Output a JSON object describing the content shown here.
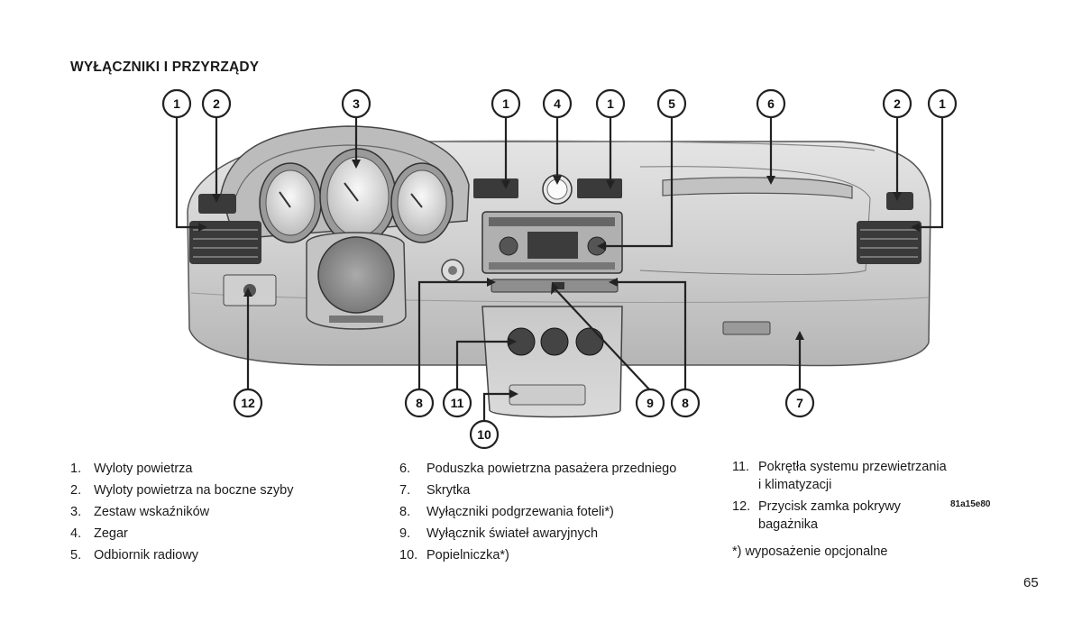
{
  "header": {
    "title": "WYŁĄCZNIKI I PRZYRZĄDY"
  },
  "figure": {
    "callout_labels": [
      "1",
      "2",
      "3",
      "1",
      "4",
      "1",
      "5",
      "6",
      "2",
      "1",
      "12",
      "8",
      "11",
      "10",
      "9",
      "8",
      "7"
    ]
  },
  "legend": {
    "column1": [
      {
        "num": "1.",
        "text": "Wyloty powietrza"
      },
      {
        "num": "2.",
        "text": "Wyloty powietrza na boczne szyby"
      },
      {
        "num": "3.",
        "text": "Zestaw wskaźników"
      },
      {
        "num": "4.",
        "text": "Zegar"
      },
      {
        "num": "5.",
        "text": "Odbiornik radiowy"
      }
    ],
    "column2": [
      {
        "num": "6.",
        "text": "Poduszka powietrzna pasażera przedniego"
      },
      {
        "num": "7.",
        "text": "Skrytka"
      },
      {
        "num": "8.",
        "text": "Wyłączniki podgrzewania foteli*)"
      },
      {
        "num": "9.",
        "text": "Wyłącznik świateł awaryjnych"
      },
      {
        "num": "10.",
        "text": "Popielniczka*)"
      }
    ],
    "column3": [
      {
        "num": "11.",
        "line1": "Pokrętła systemu przewietrzania",
        "line2": "i klimatyzacji"
      },
      {
        "num": "12.",
        "line1": "Przycisk zamka pokrywy",
        "line2": "bagażnika"
      }
    ],
    "note": "*) wyposażenie opcjonalne"
  },
  "figure_code": "81a15e80",
  "page_number": "65"
}
